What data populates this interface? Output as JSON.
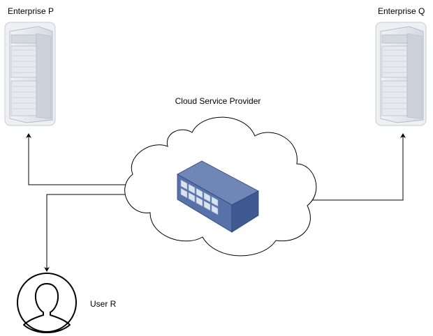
{
  "nodes": {
    "enterprise_p": {
      "label": "Enterprise P",
      "icon": "server-rack-icon"
    },
    "enterprise_q": {
      "label": "Enterprise Q",
      "icon": "server-rack-icon"
    },
    "cloud": {
      "label": "Cloud Service Provider",
      "icon": "cloud-icon"
    },
    "cloud_server": {
      "icon": "storage-server-icon"
    },
    "user_r": {
      "label": "User R",
      "icon": "user-icon"
    }
  },
  "edges": [
    {
      "from": "cloud",
      "to": "enterprise_p",
      "arrow": "end"
    },
    {
      "from": "cloud",
      "to": "enterprise_q",
      "arrow": "end"
    },
    {
      "from": "cloud",
      "to": "user_r",
      "arrow": "end"
    }
  ],
  "colors": {
    "line": "#000000",
    "cloud_fill": "#ffffff",
    "server_body": "#e6e8ec",
    "server_panel": "#c9ced6",
    "storage_top": "#6f86b7",
    "storage_side": "#3f5995",
    "storage_front": "#5672a8",
    "drive_fill": "#dbe3f1"
  }
}
